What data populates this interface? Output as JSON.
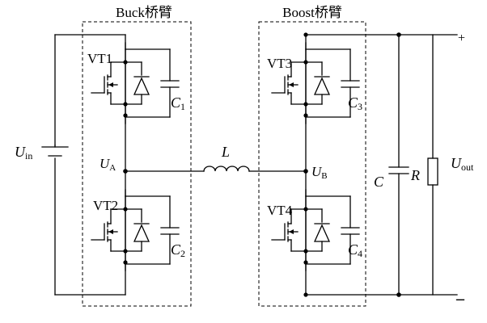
{
  "labels": {
    "buck_arm": "Buck桥臂",
    "boost_arm": "Boost桥臂",
    "uin_main": "U",
    "uin_sub": "in",
    "ua_main": "U",
    "ua_sub": "A",
    "ub_main": "U",
    "ub_sub": "B",
    "uout_main": "U",
    "uout_sub": "out",
    "inductor": "L",
    "out_cap": "C",
    "load": "R",
    "plus": "+",
    "minus": "–",
    "vt1": "VT1",
    "vt2": "VT2",
    "vt3": "VT3",
    "vt4": "VT4",
    "c1_main": "C",
    "c1_sub": "1",
    "c2_main": "C",
    "c2_sub": "2",
    "c3_main": "C",
    "c3_sub": "3",
    "c4_main": "C",
    "c4_sub": "4"
  }
}
